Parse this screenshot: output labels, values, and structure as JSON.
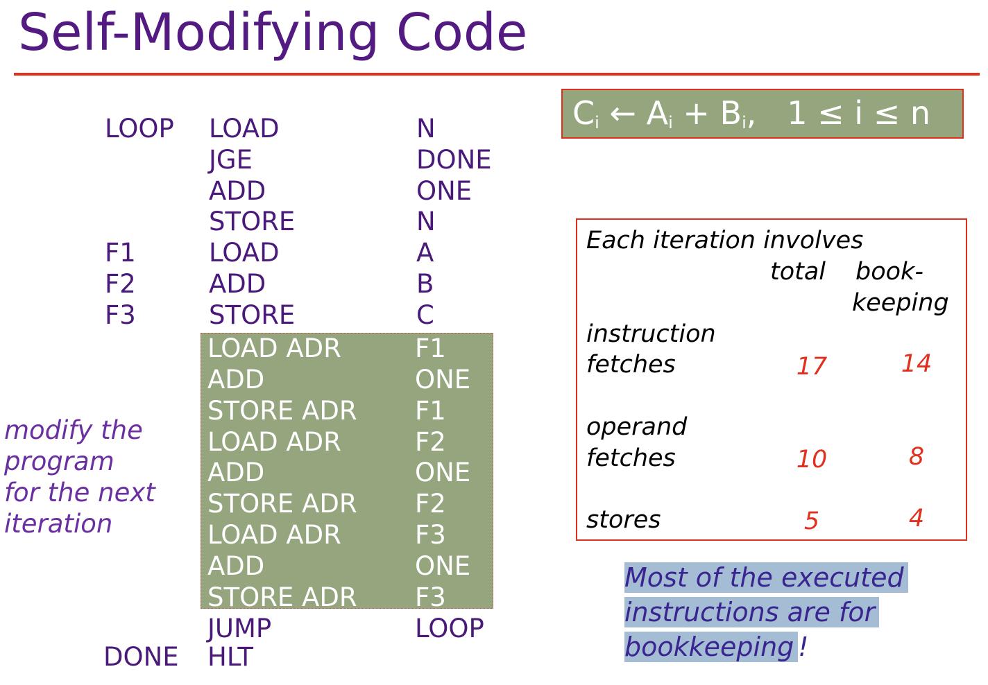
{
  "title": "Self-Modifying Code",
  "formula": {
    "c": "C",
    "c_sub": "i",
    "arrow": "←",
    "a": "A",
    "a_sub": "i",
    "plus": "+",
    "b": "B",
    "b_sub": "i",
    "range": ",   1 ≤ i ≤ n"
  },
  "program": [
    {
      "label": "LOOP",
      "op": "LOAD",
      "arg": "N"
    },
    {
      "label": "",
      "op": "JGE",
      "arg": "DONE"
    },
    {
      "label": "",
      "op": "ADD",
      "arg": "ONE"
    },
    {
      "label": "",
      "op": "STORE",
      "arg": "N"
    },
    {
      "label": "F1",
      "op": "LOAD",
      "arg": "A"
    },
    {
      "label": "F2",
      "op": "ADD",
      "arg": "B"
    },
    {
      "label": "F3",
      "op": "STORE",
      "arg": "C"
    },
    {
      "label": "",
      "op": "LOAD ADR",
      "arg": "F1"
    },
    {
      "label": "",
      "op": "ADD",
      "arg": "ONE"
    },
    {
      "label": "",
      "op": "STORE ADR",
      "arg": "F1"
    },
    {
      "label": "",
      "op": "LOAD ADR",
      "arg": "F2"
    },
    {
      "label": "",
      "op": "ADD",
      "arg": "ONE"
    },
    {
      "label": "",
      "op": "STORE ADR",
      "arg": "F2"
    },
    {
      "label": "",
      "op": "LOAD ADR",
      "arg": "F3"
    },
    {
      "label": "",
      "op": "ADD",
      "arg": "ONE"
    },
    {
      "label": "",
      "op": "STORE ADR",
      "arg": "F3"
    },
    {
      "label": "",
      "op": "JUMP",
      "arg": "LOOP"
    },
    {
      "label": "DONE",
      "op": "HLT",
      "arg": ""
    }
  ],
  "side_note": "modify the\nprogram\nfor the next\niteration",
  "stats": {
    "heading": "Each iteration involves",
    "col_total": "total",
    "col_book_1": "book-",
    "col_book_2": "keeping",
    "rows": [
      {
        "label_1": "instruction",
        "label_2": "fetches",
        "total": "17",
        "bookkeeping": "14"
      },
      {
        "label_1": "operand",
        "label_2": "fetches",
        "total": "10",
        "bookkeeping": "8"
      },
      {
        "label_1": "",
        "label_2": "stores",
        "total": "5",
        "bookkeeping": "4"
      }
    ]
  },
  "conclusion": {
    "line1": "Most of the executed",
    "line2": "instructions are for",
    "line3": "bookkeeping",
    "tail": "!"
  }
}
